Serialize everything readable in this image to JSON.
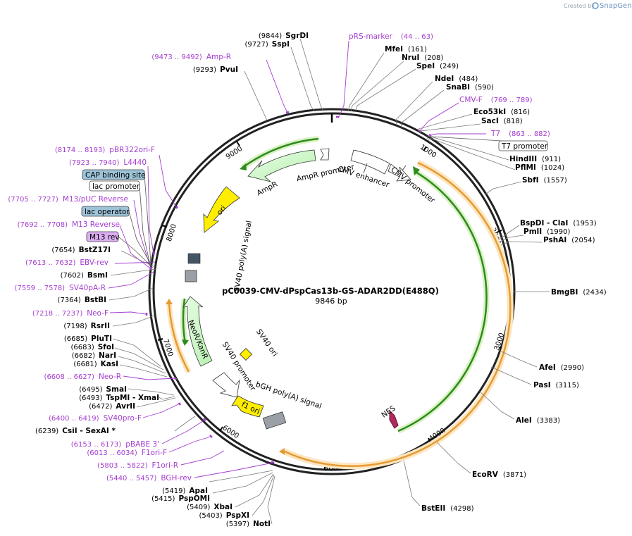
{
  "credit": {
    "prefix": "Created by",
    "product": "SnapGene"
  },
  "plasmid": {
    "name": "pC0039-CMV-dPspCas13b-GS-ADAR2DD(E488Q)",
    "size": "9846 bp"
  },
  "ticks": [
    "1000",
    "2000",
    "3000",
    "4000",
    "5000",
    "6000",
    "7000",
    "8000",
    "9000"
  ],
  "sites": [
    {
      "pos": "(9844)",
      "name": "SgrDI"
    },
    {
      "pos": "(9727)",
      "name": "SspI"
    },
    {
      "pos": "(9293)",
      "name": "PvuI"
    },
    {
      "pos": "(161)",
      "name": "MfeI"
    },
    {
      "pos": "(208)",
      "name": "NruI"
    },
    {
      "pos": "(249)",
      "name": "SpeI"
    },
    {
      "pos": "(484)",
      "name": "NdeI"
    },
    {
      "pos": "(590)",
      "name": "SnaBI"
    },
    {
      "pos": "(816)",
      "name": "Eco53kI"
    },
    {
      "pos": "(818)",
      "name": "SacI"
    },
    {
      "pos": "(911)",
      "name": "HindIII"
    },
    {
      "pos": "(1024)",
      "name": "PflMI"
    },
    {
      "pos": "(1557)",
      "name": "SbfI"
    },
    {
      "pos": "(1953)",
      "name": "BspDI - ClaI"
    },
    {
      "pos": "(1990)",
      "name": "PmlI"
    },
    {
      "pos": "(2054)",
      "name": "PshAI"
    },
    {
      "pos": "(2434)",
      "name": "BmgBI"
    },
    {
      "pos": "(2990)",
      "name": "AfeI"
    },
    {
      "pos": "(3115)",
      "name": "PasI"
    },
    {
      "pos": "(3383)",
      "name": "AleI"
    },
    {
      "pos": "(3871)",
      "name": "EcoRV"
    },
    {
      "pos": "(4298)",
      "name": "BstEII"
    },
    {
      "pos": "(7654)",
      "name": "BstZ17I"
    },
    {
      "pos": "(7602)",
      "name": "BsmI"
    },
    {
      "pos": "(7364)",
      "name": "BstBI"
    },
    {
      "pos": "(7198)",
      "name": "RsrII"
    },
    {
      "pos": "(6685)",
      "name": "PluTI"
    },
    {
      "pos": "(6683)",
      "name": "SfoI"
    },
    {
      "pos": "(6682)",
      "name": "NarI"
    },
    {
      "pos": "(6681)",
      "name": "KasI"
    },
    {
      "pos": "(6495)",
      "name": "SmaI"
    },
    {
      "pos": "(6493)",
      "name": "TspMI - XmaI"
    },
    {
      "pos": "(6472)",
      "name": "AvrII"
    },
    {
      "pos": "(6239)",
      "name": "CsiI - SexAI *"
    },
    {
      "pos": "(5419)",
      "name": "ApaI"
    },
    {
      "pos": "(5415)",
      "name": "PspOMI"
    },
    {
      "pos": "(5409)",
      "name": "XbaI"
    },
    {
      "pos": "(5403)",
      "name": "PspXI"
    },
    {
      "pos": "(5397)",
      "name": "NotI"
    }
  ],
  "primers": [
    {
      "name": "pRS-marker",
      "range": "(44 .. 63)"
    },
    {
      "name": "Amp-R",
      "range": "(9473 .. 9492)"
    },
    {
      "name": "CMV-F",
      "range": "(769 .. 789)"
    },
    {
      "name": "T7",
      "range": "(863 .. 882)"
    },
    {
      "name": "pBR322ori-F",
      "range": "(8174 .. 8193)"
    },
    {
      "name": "L4440",
      "range": "(7923 .. 7940)"
    },
    {
      "name": "M13/pUC Reverse",
      "range": "(7705 .. 7727)"
    },
    {
      "name": "M13 Reverse",
      "range": "(7692 .. 7708)"
    },
    {
      "name": "EBV-rev",
      "range": "(7613 .. 7632)"
    },
    {
      "name": "SV40pA-R",
      "range": "(7559 .. 7578)"
    },
    {
      "name": "Neo-F",
      "range": "(7218 .. 7237)"
    },
    {
      "name": "Neo-R",
      "range": "(6608 .. 6627)"
    },
    {
      "name": "SV40pro-F",
      "range": "(6400 .. 6419)"
    },
    {
      "name": "pBABE 3'",
      "range": "(6153 .. 6173)"
    },
    {
      "name": "F1ori-F",
      "range": "(6013 .. 6034)"
    },
    {
      "name": "F1ori-R",
      "range": "(5803 .. 5822)"
    },
    {
      "name": "BGH-rev",
      "range": "(5440 .. 5457)"
    }
  ],
  "boxed": {
    "t7_promoter": "T7 promoter",
    "cap_binding_site": "CAP binding site",
    "lac_promoter": "lac promoter",
    "lac_operator": "lac operator",
    "m13_rev": "M13 rev"
  },
  "features": {
    "ampr_promoter": "AmpR promoter",
    "ampr": "AmpR",
    "cmv_enhancer": "CMV enhancer",
    "cmv_promoter": "CMV promoter",
    "ori": "ori",
    "sv40_polya": "SV40 poly(A) signal",
    "neor_kanr": "NeoR/KanR",
    "sv40_promoter": "SV40 promoter",
    "sv40_ori": "SV40 ori",
    "f1_ori": "f1 ori",
    "bgh_polya": "bGH poly(A) signal",
    "nes": "NES"
  },
  "colors": {
    "primer": "#a53dcf",
    "cds_green": "#2e8b1c",
    "cds_orange": "#f0a040",
    "feature_green": "#c9f7c4",
    "ori_yellow": "#ffee00",
    "box_blue": "#9dc3d8",
    "box_purple": "#dcaef2"
  }
}
